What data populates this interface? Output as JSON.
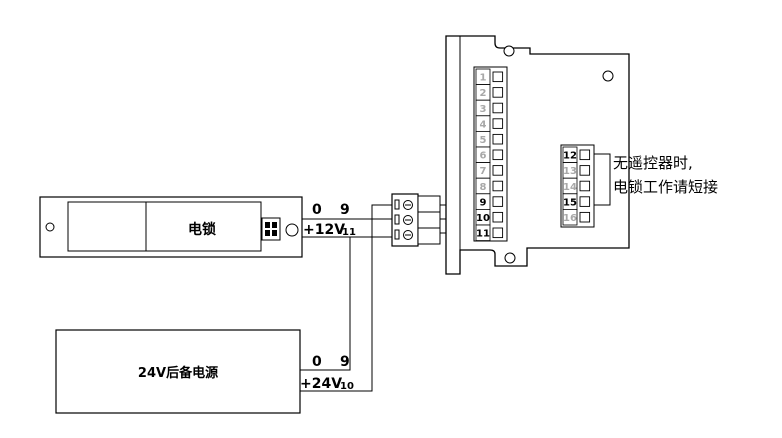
{
  "lock": {
    "label": "电锁"
  },
  "power": {
    "label": "24V后备电源"
  },
  "wires_top": {
    "ch0": "0",
    "ch9": "9",
    "plus": "+12V",
    "sub": "11"
  },
  "wires_bottom": {
    "ch0": "0",
    "ch9": "9",
    "plus": "+24V",
    "sub": "10"
  },
  "controller": {
    "left_terminals": [
      {
        "label": "1",
        "active": false
      },
      {
        "label": "2",
        "active": false
      },
      {
        "label": "3",
        "active": false
      },
      {
        "label": "4",
        "active": false
      },
      {
        "label": "5",
        "active": false
      },
      {
        "label": "6",
        "active": false
      },
      {
        "label": "7",
        "active": false
      },
      {
        "label": "8",
        "active": false
      },
      {
        "label": "9",
        "active": true
      },
      {
        "label": "10",
        "active": true
      },
      {
        "label": "11",
        "active": true
      }
    ],
    "right_terminals": [
      {
        "label": "12",
        "active": true
      },
      {
        "label": "13",
        "active": false
      },
      {
        "label": "14",
        "active": false
      },
      {
        "label": "15",
        "active": true
      },
      {
        "label": "16",
        "active": false
      }
    ]
  },
  "note": {
    "line1": "无遥控器时,",
    "line2": "电锁工作请短接"
  }
}
